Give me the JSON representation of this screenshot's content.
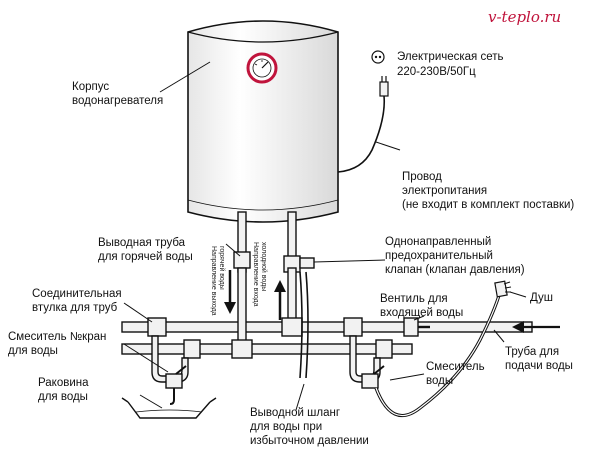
{
  "site": "v-teplo.ru",
  "labels": {
    "tank_body": [
      "Корпус",
      "водонагревателя"
    ],
    "mains": [
      "Электрическая сеть",
      "220-230В/50Гц"
    ],
    "power_cord": [
      "Провод",
      "электропитания",
      "(не входит в комплект поставки)"
    ],
    "hot_outlet": [
      "Выводная труба",
      "для горячей воды"
    ],
    "check_valve": [
      "Однонаправленный",
      "предохранительный",
      "клапан (клапан давления)"
    ],
    "coupling": [
      "Соединительная",
      "втулка для труб"
    ],
    "inlet_valve": [
      "Вентиль для",
      "входящей воды"
    ],
    "shower": "Душ",
    "mixer_left": [
      "Смеситель №кран",
      "для воды"
    ],
    "supply_pipe": [
      "Труба для",
      "подачи воды"
    ],
    "mixer_right": [
      "Смеситель",
      "воды"
    ],
    "sink": [
      "Раковина",
      "для воды"
    ],
    "drain_hose": [
      "Выводной шланг",
      "для воды при",
      "избыточном давлении"
    ],
    "hot_flow_vertical": [
      "Направление выхода",
      "горячей воды"
    ],
    "cold_flow_vertical": [
      "Направление входа",
      "холодной воды"
    ]
  },
  "colors": {
    "site": "#c0143c",
    "ink": "#111111",
    "tank": "#f4f4f4",
    "gauge": "#c0143c"
  },
  "icons": [
    "socket-icon",
    "plug-icon",
    "thermometer-gauge-icon",
    "arrow-down-icon",
    "arrow-up-icon",
    "arrow-left-icon"
  ]
}
